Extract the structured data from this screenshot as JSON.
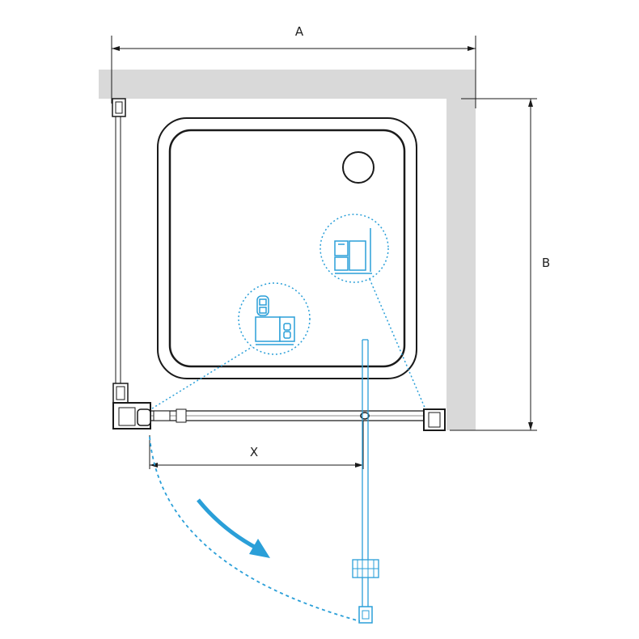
{
  "labels": {
    "width": "A",
    "depth": "B",
    "door_opening": "X"
  },
  "colors": {
    "wall": "#d9d9d9",
    "line": "#1a1a1a",
    "accent": "#2a9fd8",
    "glass_fill": "#ffffff"
  },
  "icons": [
    "wall-icon",
    "shower-tray-icon",
    "drain-icon",
    "hinge-detail-icon",
    "profile-detail-icon",
    "swing-arrow-icon",
    "door-panel-icon"
  ]
}
